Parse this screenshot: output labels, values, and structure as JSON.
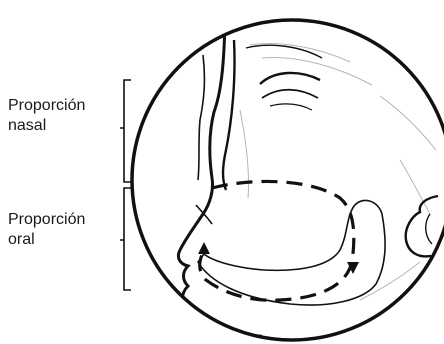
{
  "labels": {
    "nasal": {
      "line1": "Proporción",
      "line2": "nasal"
    },
    "oral": {
      "line1": "Proporción",
      "line2": "oral"
    }
  },
  "colors": {
    "ink": "#111111",
    "background": "#ffffff"
  },
  "icons": [
    "arrowhead-icon",
    "arrowhead-icon"
  ]
}
